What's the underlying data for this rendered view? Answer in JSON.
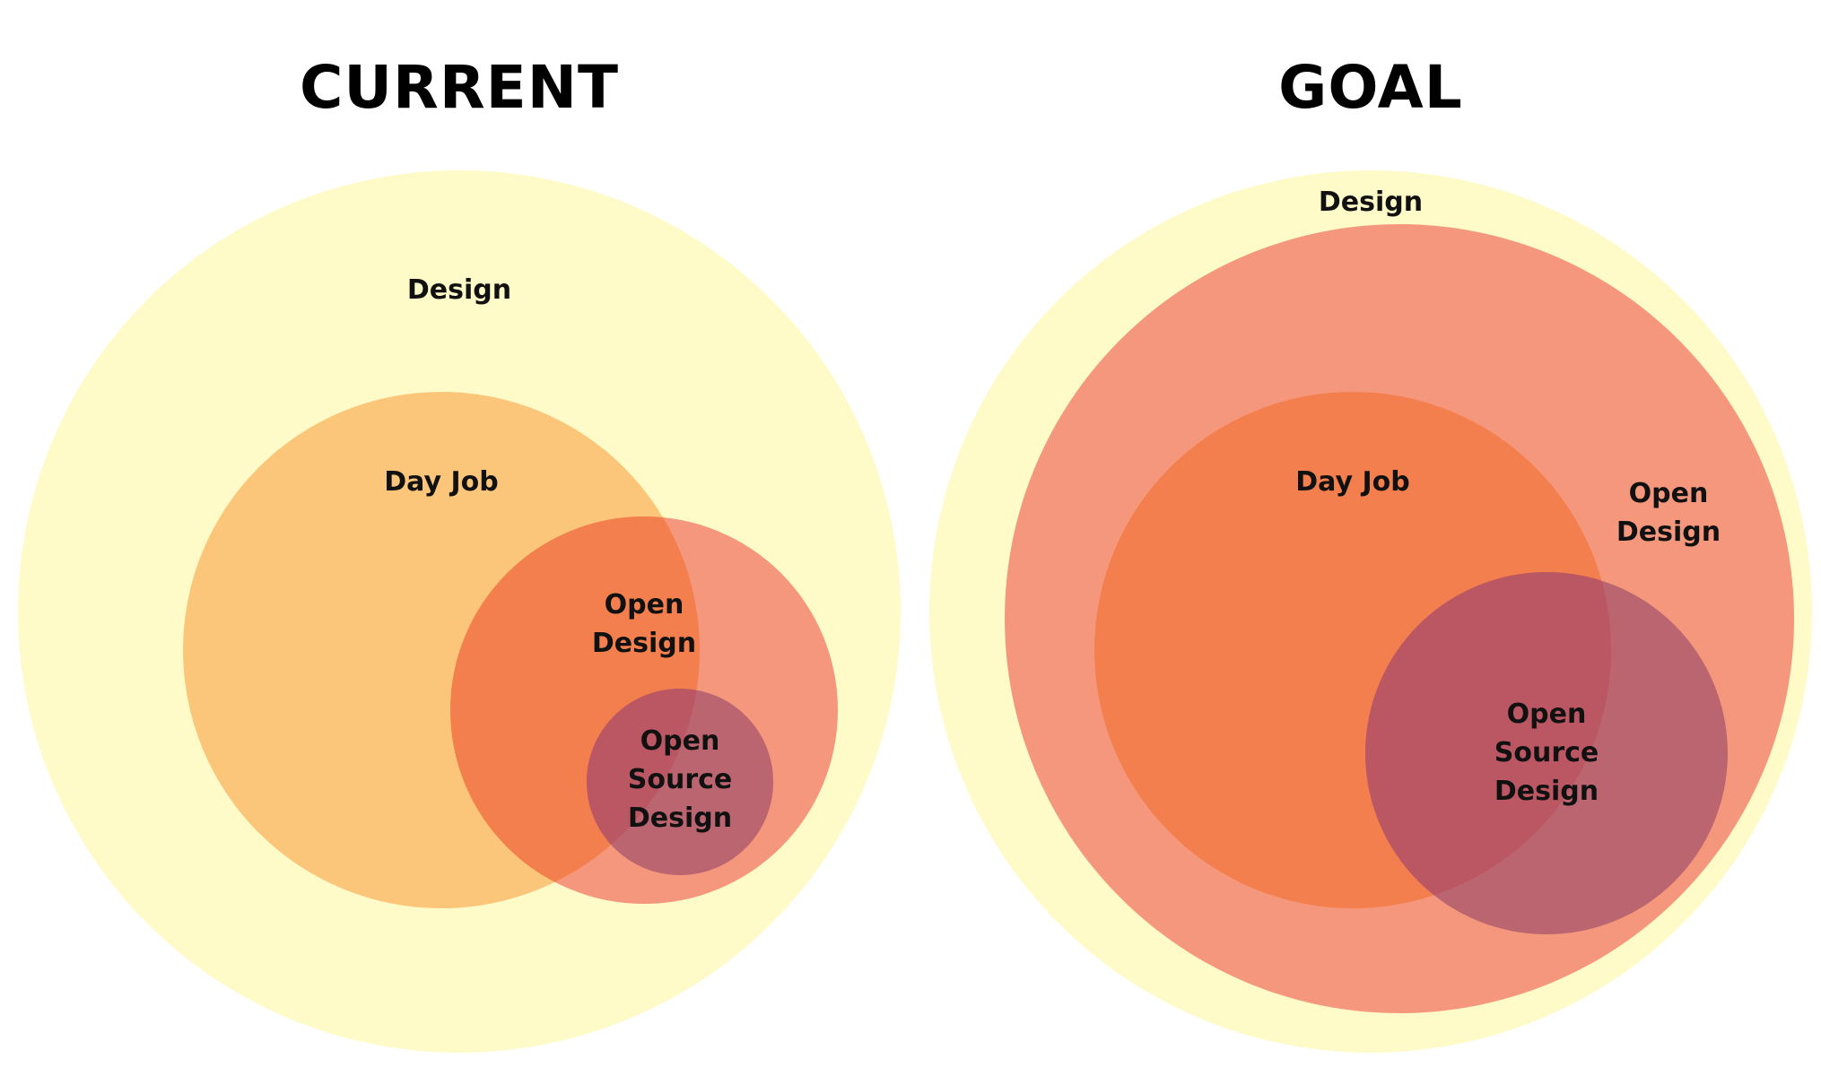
{
  "colors": {
    "background": "#ffffff",
    "design": "#fefbc9",
    "day_job": "#fcc67a",
    "open_design": "#f5977c",
    "day_job_and_open_design": "#f37f4e",
    "open_source_design": "#ba5763",
    "open_source_design_outer": "#bb6570"
  },
  "panels": [
    {
      "title": "CURRENT",
      "circles": [
        {
          "name": "design",
          "label": "Design"
        },
        {
          "name": "day-job",
          "label": "Day Job"
        },
        {
          "name": "open-design",
          "label": "Open Design"
        },
        {
          "name": "open-source-design",
          "label": "Open Source Design"
        }
      ]
    },
    {
      "title": "GOAL",
      "circles": [
        {
          "name": "design",
          "label": "Design"
        },
        {
          "name": "open-design",
          "label": "Open Design"
        },
        {
          "name": "day-job",
          "label": "Day Job"
        },
        {
          "name": "open-source-design",
          "label": "Open Source Design"
        }
      ]
    }
  ]
}
